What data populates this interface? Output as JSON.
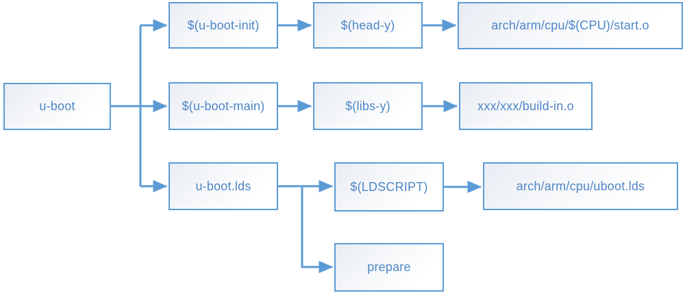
{
  "diagram": {
    "nodes": {
      "u_boot": {
        "label": "u-boot"
      },
      "u_boot_init": {
        "label": "$(u-boot-init)"
      },
      "head_y": {
        "label": "$(head-y)"
      },
      "start_o": {
        "label": "arch/arm/cpu/$(CPU)/start.o"
      },
      "u_boot_main": {
        "label": "$(u-boot-main)"
      },
      "libs_y": {
        "label": "$(libs-y)"
      },
      "build_in_o": {
        "label": "xxx/xxx/build-in.o"
      },
      "u_boot_lds": {
        "label": "u-boot.lds"
      },
      "ldscript": {
        "label": "$(LDSCRIPT)"
      },
      "uboot_lds_file": {
        "label": "arch/arm/cpu/uboot.lds"
      },
      "prepare": {
        "label": "prepare"
      }
    },
    "edges": [
      {
        "from": "u_boot",
        "to": "u_boot_init"
      },
      {
        "from": "u_boot",
        "to": "u_boot_main"
      },
      {
        "from": "u_boot",
        "to": "u_boot_lds"
      },
      {
        "from": "u_boot_init",
        "to": "head_y"
      },
      {
        "from": "head_y",
        "to": "start_o"
      },
      {
        "from": "u_boot_main",
        "to": "libs_y"
      },
      {
        "from": "libs_y",
        "to": "build_in_o"
      },
      {
        "from": "u_boot_lds",
        "to": "ldscript"
      },
      {
        "from": "ldscript",
        "to": "uboot_lds_file"
      },
      {
        "from": "u_boot_lds",
        "to": "prepare"
      }
    ],
    "colors": {
      "accent": "#5B9BD5",
      "text": "#4E86C6",
      "fill_top": "#E8ECF3",
      "fill_bottom": "#FFFFFF"
    }
  }
}
